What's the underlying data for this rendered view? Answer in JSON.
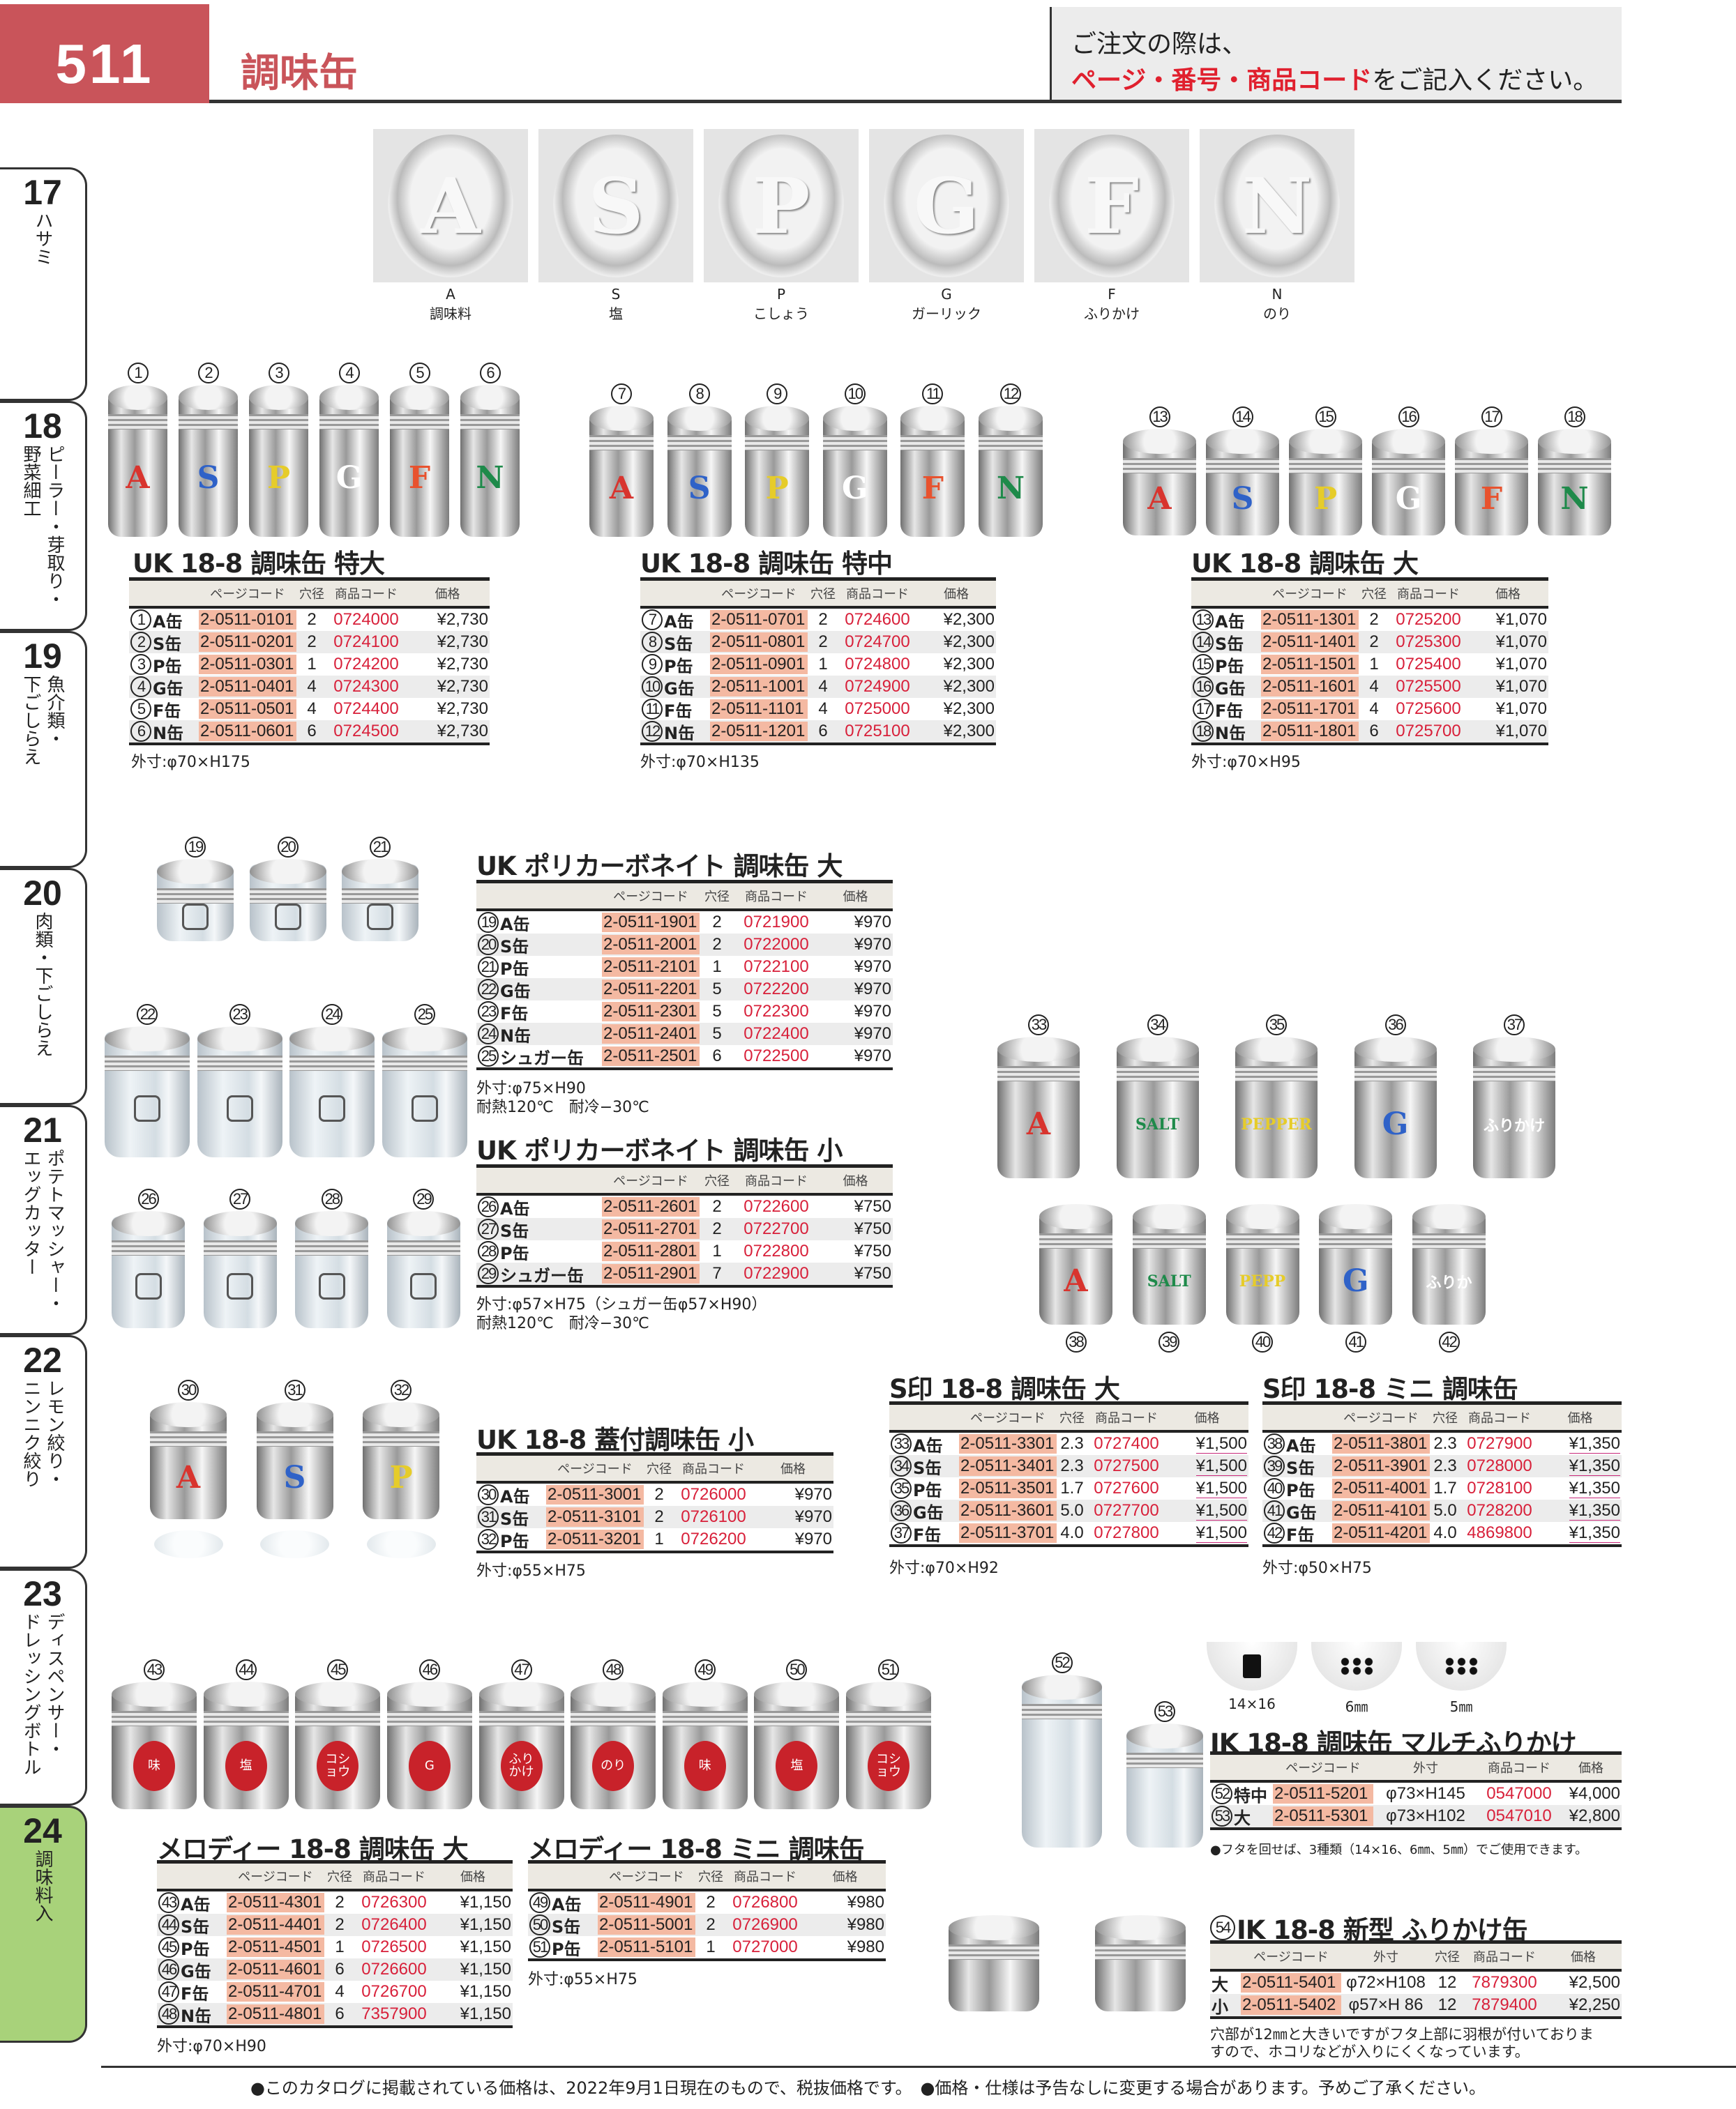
{
  "header": {
    "page_number": "511",
    "title": "調味缶",
    "note_line1": "ご注文の際は、",
    "note_red": "ページ・番号・商品コード",
    "note_rest": "をご記入ください。"
  },
  "sidebar": [
    {
      "num": "17",
      "lines": [
        "ハサミ"
      ]
    },
    {
      "num": "18",
      "lines": [
        "ピーラー・芽取り・",
        "野菜細工"
      ]
    },
    {
      "num": "19",
      "lines": [
        "魚介類・",
        "下ごしらえ"
      ]
    },
    {
      "num": "20",
      "lines": [
        "肉類・下ごしらえ"
      ]
    },
    {
      "num": "21",
      "lines": [
        "ポテトマッシャー・",
        "エッグカッター"
      ]
    },
    {
      "num": "22",
      "lines": [
        "レモン絞り・",
        "ニンニク絞り"
      ]
    },
    {
      "num": "23",
      "lines": [
        "ディスペンサー・",
        "ドレッシングボトル"
      ]
    },
    {
      "num": "24",
      "lines": [
        "調味料入"
      ],
      "active": true
    }
  ],
  "lids": [
    {
      "letter": "A",
      "name": "調味料"
    },
    {
      "letter": "S",
      "name": "塩"
    },
    {
      "letter": "P",
      "name": "こしょう"
    },
    {
      "letter": "G",
      "name": "ガーリック"
    },
    {
      "letter": "F",
      "name": "ふりかけ"
    },
    {
      "letter": "N",
      "name": "のり"
    }
  ],
  "colors": {
    "red": "#d8342e",
    "blue": "#2f62c8",
    "yellow": "#e6cc2a",
    "white": "#ffffff",
    "orange": "#e8522e",
    "green": "#1e8a4a",
    "accent": "#c9545a",
    "page_code_bg": "#f4b9a2",
    "product_code": "#d8203a",
    "active_tab": "#a8d27a"
  },
  "cans": {
    "g1": [
      {
        "no": "1",
        "mark": "A",
        "color": "red"
      },
      {
        "no": "2",
        "mark": "S",
        "color": "blue"
      },
      {
        "no": "3",
        "mark": "P",
        "color": "yellow"
      },
      {
        "no": "4",
        "mark": "G",
        "color": "white"
      },
      {
        "no": "5",
        "mark": "F",
        "color": "orange"
      },
      {
        "no": "6",
        "mark": "N",
        "color": "green"
      }
    ],
    "g2": [
      {
        "no": "7",
        "mark": "A",
        "color": "red"
      },
      {
        "no": "8",
        "mark": "S",
        "color": "blue"
      },
      {
        "no": "9",
        "mark": "P",
        "color": "yellow"
      },
      {
        "no": "10",
        "mark": "G",
        "color": "white"
      },
      {
        "no": "11",
        "mark": "F",
        "color": "orange"
      },
      {
        "no": "12",
        "mark": "N",
        "color": "green"
      }
    ],
    "g3": [
      {
        "no": "13",
        "mark": "A",
        "color": "red"
      },
      {
        "no": "14",
        "mark": "S",
        "color": "blue"
      },
      {
        "no": "15",
        "mark": "P",
        "color": "yellow"
      },
      {
        "no": "16",
        "mark": "G",
        "color": "white"
      },
      {
        "no": "17",
        "mark": "F",
        "color": "orange"
      },
      {
        "no": "18",
        "mark": "N",
        "color": "green"
      }
    ],
    "g4": [
      {
        "no": "19"
      },
      {
        "no": "20"
      },
      {
        "no": "21"
      }
    ],
    "g5": [
      {
        "no": "22"
      },
      {
        "no": "23"
      },
      {
        "no": "24"
      },
      {
        "no": "25"
      }
    ],
    "g6": [
      {
        "no": "26"
      },
      {
        "no": "27"
      },
      {
        "no": "28"
      },
      {
        "no": "29"
      }
    ],
    "g7": [
      {
        "no": "30",
        "mark": "A",
        "color": "red"
      },
      {
        "no": "31",
        "mark": "S",
        "color": "blue"
      },
      {
        "no": "32",
        "mark": "P",
        "color": "yellow"
      }
    ],
    "g8": [
      {
        "no": "33",
        "mark": "A",
        "color": "red"
      },
      {
        "no": "34",
        "mark": "SALT",
        "color": "green"
      },
      {
        "no": "35",
        "mark": "PEPPER",
        "color": "yellow"
      },
      {
        "no": "36",
        "mark": "G",
        "color": "blue"
      },
      {
        "no": "37",
        "mark": "ふりかけ",
        "color": "white"
      }
    ],
    "g9": [
      {
        "no": "38",
        "mark": "A",
        "color": "red"
      },
      {
        "no": "39",
        "mark": "SALT",
        "color": "green"
      },
      {
        "no": "40",
        "mark": "PEPP",
        "color": "yellow"
      },
      {
        "no": "41",
        "mark": "G",
        "color": "blue"
      },
      {
        "no": "42",
        "mark": "ふりか",
        "color": "white"
      }
    ],
    "g10": [
      {
        "no": "43",
        "badge": "味"
      },
      {
        "no": "44",
        "badge": "塩"
      },
      {
        "no": "45",
        "badge": "コショウ"
      },
      {
        "no": "46",
        "badge": "G"
      },
      {
        "no": "47",
        "badge": "ふりかけ"
      },
      {
        "no": "48",
        "badge": "のり"
      },
      {
        "no": "49",
        "badge": "味"
      },
      {
        "no": "50",
        "badge": "塩"
      },
      {
        "no": "51",
        "badge": "コショウ"
      }
    ],
    "g11": [
      {
        "no": "52"
      },
      {
        "no": "53"
      }
    ],
    "g12": [
      {
        "no": ""
      },
      {
        "no": ""
      }
    ]
  },
  "hole_options": [
    "14×16",
    "6㎜",
    "5㎜"
  ],
  "tables": {
    "t1": {
      "title": "UK 18-8 調味缶 特大",
      "headers": [
        "",
        "ページコード",
        "穴径",
        "商品コード",
        "価格"
      ],
      "note": "外寸:φ70×H175",
      "rows": [
        {
          "no": "1",
          "name": "A缶",
          "page_code": "2-0511-0101",
          "hole": "2",
          "product_code": "0724000",
          "price": "¥2,730"
        },
        {
          "no": "2",
          "name": "S缶",
          "page_code": "2-0511-0201",
          "hole": "2",
          "product_code": "0724100",
          "price": "¥2,730"
        },
        {
          "no": "3",
          "name": "P缶",
          "page_code": "2-0511-0301",
          "hole": "1",
          "product_code": "0724200",
          "price": "¥2,730"
        },
        {
          "no": "4",
          "name": "G缶",
          "page_code": "2-0511-0401",
          "hole": "4",
          "product_code": "0724300",
          "price": "¥2,730"
        },
        {
          "no": "5",
          "name": "F缶",
          "page_code": "2-0511-0501",
          "hole": "4",
          "product_code": "0724400",
          "price": "¥2,730"
        },
        {
          "no": "6",
          "name": "N缶",
          "page_code": "2-0511-0601",
          "hole": "6",
          "product_code": "0724500",
          "price": "¥2,730"
        }
      ]
    },
    "t2": {
      "title": "UK 18-8 調味缶 特中",
      "headers": [
        "",
        "ページコード",
        "穴径",
        "商品コード",
        "価格"
      ],
      "note": "外寸:φ70×H135",
      "rows": [
        {
          "no": "7",
          "name": "A缶",
          "page_code": "2-0511-0701",
          "hole": "2",
          "product_code": "0724600",
          "price": "¥2,300"
        },
        {
          "no": "8",
          "name": "S缶",
          "page_code": "2-0511-0801",
          "hole": "2",
          "product_code": "0724700",
          "price": "¥2,300"
        },
        {
          "no": "9",
          "name": "P缶",
          "page_code": "2-0511-0901",
          "hole": "1",
          "product_code": "0724800",
          "price": "¥2,300"
        },
        {
          "no": "10",
          "name": "G缶",
          "page_code": "2-0511-1001",
          "hole": "4",
          "product_code": "0724900",
          "price": "¥2,300"
        },
        {
          "no": "11",
          "name": "F缶",
          "page_code": "2-0511-1101",
          "hole": "4",
          "product_code": "0725000",
          "price": "¥2,300"
        },
        {
          "no": "12",
          "name": "N缶",
          "page_code": "2-0511-1201",
          "hole": "6",
          "product_code": "0725100",
          "price": "¥2,300"
        }
      ]
    },
    "t3": {
      "title": "UK 18-8 調味缶 大",
      "headers": [
        "",
        "ページコード",
        "穴径",
        "商品コード",
        "価格"
      ],
      "note": "外寸:φ70×H95",
      "rows": [
        {
          "no": "13",
          "name": "A缶",
          "page_code": "2-0511-1301",
          "hole": "2",
          "product_code": "0725200",
          "price": "¥1,070"
        },
        {
          "no": "14",
          "name": "S缶",
          "page_code": "2-0511-1401",
          "hole": "2",
          "product_code": "0725300",
          "price": "¥1,070"
        },
        {
          "no": "15",
          "name": "P缶",
          "page_code": "2-0511-1501",
          "hole": "1",
          "product_code": "0725400",
          "price": "¥1,070"
        },
        {
          "no": "16",
          "name": "G缶",
          "page_code": "2-0511-1601",
          "hole": "4",
          "product_code": "0725500",
          "price": "¥1,070"
        },
        {
          "no": "17",
          "name": "F缶",
          "page_code": "2-0511-1701",
          "hole": "4",
          "product_code": "0725600",
          "price": "¥1,070"
        },
        {
          "no": "18",
          "name": "N缶",
          "page_code": "2-0511-1801",
          "hole": "6",
          "product_code": "0725700",
          "price": "¥1,070"
        }
      ]
    },
    "t4": {
      "title": "UK ポリカーボネイト 調味缶 大",
      "headers": [
        "",
        "ページコード",
        "穴径",
        "商品コード",
        "価格"
      ],
      "note": "外寸:φ75×H90",
      "note2": "耐熱120℃　耐冷−30℃",
      "rows": [
        {
          "no": "19",
          "name": "A缶",
          "page_code": "2-0511-1901",
          "hole": "2",
          "product_code": "0721900",
          "price": "¥970"
        },
        {
          "no": "20",
          "name": "S缶",
          "page_code": "2-0511-2001",
          "hole": "2",
          "product_code": "0722000",
          "price": "¥970"
        },
        {
          "no": "21",
          "name": "P缶",
          "page_code": "2-0511-2101",
          "hole": "1",
          "product_code": "0722100",
          "price": "¥970"
        },
        {
          "no": "22",
          "name": "G缶",
          "page_code": "2-0511-2201",
          "hole": "5",
          "product_code": "0722200",
          "price": "¥970"
        },
        {
          "no": "23",
          "name": "F缶",
          "page_code": "2-0511-2301",
          "hole": "5",
          "product_code": "0722300",
          "price": "¥970"
        },
        {
          "no": "24",
          "name": "N缶",
          "page_code": "2-0511-2401",
          "hole": "5",
          "product_code": "0722400",
          "price": "¥970"
        },
        {
          "no": "25",
          "name": "シュガー缶",
          "page_code": "2-0511-2501",
          "hole": "6",
          "product_code": "0722500",
          "price": "¥970"
        }
      ]
    },
    "t5": {
      "title": "UK ポリカーボネイト 調味缶 小",
      "headers": [
        "",
        "ページコード",
        "穴径",
        "商品コード",
        "価格"
      ],
      "note": "外寸:φ57×H75（シュガー缶φ57×H90）",
      "note2": "耐熱120℃　耐冷−30℃",
      "rows": [
        {
          "no": "26",
          "name": "A缶",
          "page_code": "2-0511-2601",
          "hole": "2",
          "product_code": "0722600",
          "price": "¥750"
        },
        {
          "no": "27",
          "name": "S缶",
          "page_code": "2-0511-2701",
          "hole": "2",
          "product_code": "0722700",
          "price": "¥750"
        },
        {
          "no": "28",
          "name": "P缶",
          "page_code": "2-0511-2801",
          "hole": "1",
          "product_code": "0722800",
          "price": "¥750"
        },
        {
          "no": "29",
          "name": "シュガー缶",
          "page_code": "2-0511-2901",
          "hole": "7",
          "product_code": "0722900",
          "price": "¥750"
        }
      ]
    },
    "t6": {
      "title": "UK 18-8 蓋付調味缶 小",
      "headers": [
        "",
        "ページコード",
        "穴径",
        "商品コード",
        "価格"
      ],
      "note": "外寸:φ55×H75",
      "rows": [
        {
          "no": "30",
          "name": "A缶",
          "page_code": "2-0511-3001",
          "hole": "2",
          "product_code": "0726000",
          "price": "¥970"
        },
        {
          "no": "31",
          "name": "S缶",
          "page_code": "2-0511-3101",
          "hole": "2",
          "product_code": "0726100",
          "price": "¥970"
        },
        {
          "no": "32",
          "name": "P缶",
          "page_code": "2-0511-3201",
          "hole": "1",
          "product_code": "0726200",
          "price": "¥970"
        }
      ]
    },
    "t7": {
      "title": "S印 18-8 調味缶 大",
      "headers": [
        "",
        "ページコード",
        "穴径",
        "商品コード",
        "価格"
      ],
      "note": "外寸:φ70×H92",
      "rows": [
        {
          "no": "33",
          "name": "A缶",
          "page_code": "2-0511-3301",
          "hole": "2.3",
          "product_code": "0727400",
          "price": "¥1,500"
        },
        {
          "no": "34",
          "name": "S缶",
          "page_code": "2-0511-3401",
          "hole": "2.3",
          "product_code": "0727500",
          "price": "¥1,500"
        },
        {
          "no": "35",
          "name": "P缶",
          "page_code": "2-0511-3501",
          "hole": "1.7",
          "product_code": "0727600",
          "price": "¥1,500"
        },
        {
          "no": "36",
          "name": "G缶",
          "page_code": "2-0511-3601",
          "hole": "5.0",
          "product_code": "0727700",
          "price": "¥1,500"
        },
        {
          "no": "37",
          "name": "F缶",
          "page_code": "2-0511-3701",
          "hole": "4.0",
          "product_code": "0727800",
          "price": "¥1,500"
        }
      ]
    },
    "t8": {
      "title": "S印 18-8 ミニ 調味缶",
      "headers": [
        "",
        "ページコード",
        "穴径",
        "商品コード",
        "価格"
      ],
      "note": "外寸:φ50×H75",
      "rows": [
        {
          "no": "38",
          "name": "A缶",
          "page_code": "2-0511-3801",
          "hole": "2.3",
          "product_code": "0727900",
          "price": "¥1,350"
        },
        {
          "no": "39",
          "name": "S缶",
          "page_code": "2-0511-3901",
          "hole": "2.3",
          "product_code": "0728000",
          "price": "¥1,350"
        },
        {
          "no": "40",
          "name": "P缶",
          "page_code": "2-0511-4001",
          "hole": "1.7",
          "product_code": "0728100",
          "price": "¥1,350"
        },
        {
          "no": "41",
          "name": "G缶",
          "page_code": "2-0511-4101",
          "hole": "5.0",
          "product_code": "0728200",
          "price": "¥1,350"
        },
        {
          "no": "42",
          "name": "F缶",
          "page_code": "2-0511-4201",
          "hole": "4.0",
          "product_code": "4869800",
          "price": "¥1,350"
        }
      ]
    },
    "t9": {
      "title": "メロディー 18-8 調味缶 大",
      "headers": [
        "",
        "ページコード",
        "穴径",
        "商品コード",
        "価格"
      ],
      "note": "外寸:φ70×H90",
      "rows": [
        {
          "no": "43",
          "name": "A缶",
          "page_code": "2-0511-4301",
          "hole": "2",
          "product_code": "0726300",
          "price": "¥1,150"
        },
        {
          "no": "44",
          "name": "S缶",
          "page_code": "2-0511-4401",
          "hole": "2",
          "product_code": "0726400",
          "price": "¥1,150"
        },
        {
          "no": "45",
          "name": "P缶",
          "page_code": "2-0511-4501",
          "hole": "1",
          "product_code": "0726500",
          "price": "¥1,150"
        },
        {
          "no": "46",
          "name": "G缶",
          "page_code": "2-0511-4601",
          "hole": "6",
          "product_code": "0726600",
          "price": "¥1,150"
        },
        {
          "no": "47",
          "name": "F缶",
          "page_code": "2-0511-4701",
          "hole": "4",
          "product_code": "0726700",
          "price": "¥1,150"
        },
        {
          "no": "48",
          "name": "N缶",
          "page_code": "2-0511-4801",
          "hole": "6",
          "product_code": "7357900",
          "price": "¥1,150"
        }
      ]
    },
    "t10": {
      "title": "メロディー 18-8 ミニ 調味缶",
      "headers": [
        "",
        "ページコード",
        "穴径",
        "商品コード",
        "価格"
      ],
      "note": "外寸:φ55×H75",
      "rows": [
        {
          "no": "49",
          "name": "A缶",
          "page_code": "2-0511-4901",
          "hole": "2",
          "product_code": "0726800",
          "price": "¥980"
        },
        {
          "no": "50",
          "name": "S缶",
          "page_code": "2-0511-5001",
          "hole": "2",
          "product_code": "0726900",
          "price": "¥980"
        },
        {
          "no": "51",
          "name": "P缶",
          "page_code": "2-0511-5101",
          "hole": "1",
          "product_code": "0727000",
          "price": "¥980"
        }
      ]
    },
    "t11": {
      "title": "IK 18-8 調味缶 マルチふりかけ",
      "headers": [
        "",
        "ページコード",
        "外寸",
        "商品コード",
        "価格"
      ],
      "note": "●フタを回せば、3種類（14×16、6㎜、5㎜）でご使用できます。",
      "rows": [
        {
          "no": "52",
          "name": "特中",
          "page_code": "2-0511-5201",
          "size": "φ73×H145",
          "product_code": "0547000",
          "price": "¥4,000"
        },
        {
          "no": "53",
          "name": "大",
          "page_code": "2-0511-5301",
          "size": "φ73×H102",
          "product_code": "0547010",
          "price": "¥2,800"
        }
      ]
    },
    "t12": {
      "title_no": "54",
      "title": "IK 18-8 新型 ふりかけ缶",
      "headers": [
        "",
        "ページコード",
        "外寸",
        "穴径",
        "商品コード",
        "価格"
      ],
      "note": "穴部が12㎜と大きいですがフタ上部に羽根が付いておりま",
      "note2": "すので、ホコリなどが入りにくくなっています。",
      "rows": [
        {
          "name": "大",
          "page_code": "2-0511-5401",
          "size": "φ72×H108",
          "hole": "12",
          "product_code": "7879300",
          "price": "¥2,500"
        },
        {
          "name": "小",
          "page_code": "2-0511-5402",
          "size": "φ57×H 86",
          "hole": "12",
          "product_code": "7879400",
          "price": "¥2,250"
        }
      ]
    }
  },
  "footer": "●このカタログに掲載されている価格は、2022年9月1日現在のもので、税抜価格です。　●価格・仕様は予告なしに変更する場合があります。予めご了承ください。"
}
